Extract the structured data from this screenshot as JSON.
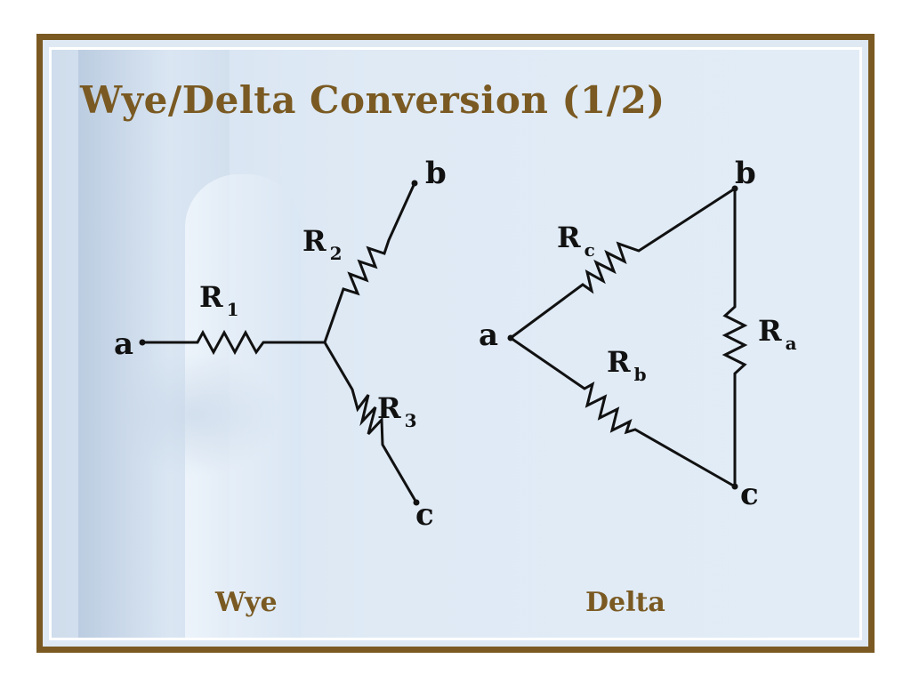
{
  "slide": {
    "title": "Wye/Delta Conversion (1/2)",
    "background_color": "#dfe9f4",
    "frame_color": "#7a5a22"
  },
  "wye": {
    "caption": "Wye",
    "nodes": {
      "a": "a",
      "b": "b",
      "c": "c"
    },
    "resistors": {
      "r1": {
        "label": "R",
        "sub": "1"
      },
      "r2": {
        "label": "R",
        "sub": "2"
      },
      "r3": {
        "label": "R",
        "sub": "3"
      }
    }
  },
  "delta": {
    "caption": "Delta",
    "nodes": {
      "a": "a",
      "b": "b",
      "c": "c"
    },
    "resistors": {
      "ra": {
        "label": "R",
        "sub": "a"
      },
      "rb": {
        "label": "R",
        "sub": "b"
      },
      "rc": {
        "label": "R",
        "sub": "c"
      }
    }
  }
}
